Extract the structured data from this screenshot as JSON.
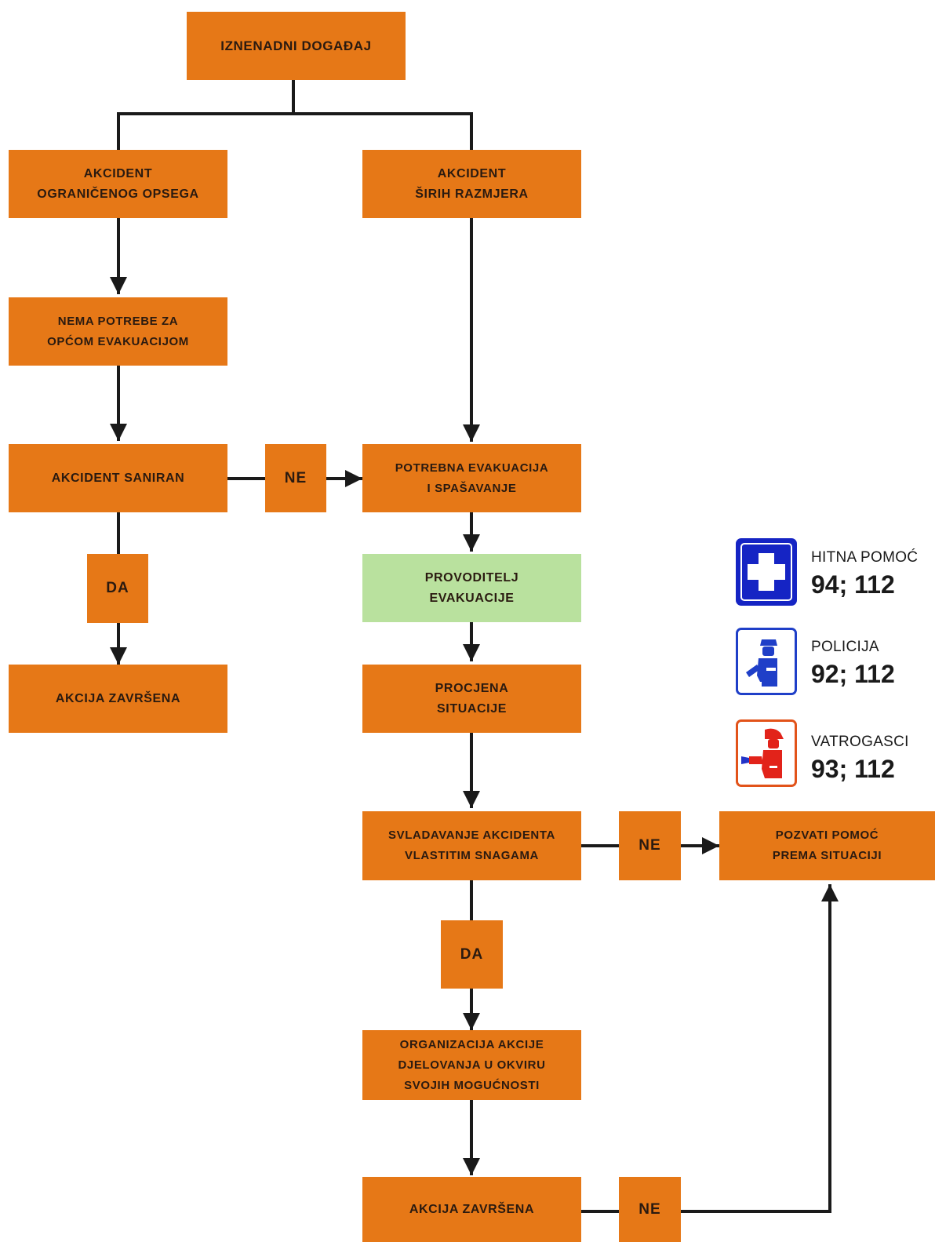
{
  "nodes": {
    "start": "IZNENADNI DOGAĐAJ",
    "limited": "AKCIDENT\nOGRANIČENOG OPSEGA",
    "wide": "AKCIDENT\nŠIRIH RAZMJERA",
    "no_evac": "NEMA POTREBE ZA\nOPĆOM EVAKUACIJOM",
    "resolved": "AKCIDENT SANIRAN",
    "ne_1": "NE",
    "evac_needed": "POTREBNA EVAKUACIJA\nI SPAŠAVANJE",
    "da_1": "DA",
    "done_left": "AKCIJA ZAVRŠENA",
    "evac_lead": "PROVODITELJ\nEVAKUACIJE",
    "assess": "PROCJENA\nSITUACIJE",
    "overcome": "SVLADAVANJE AKCIDENTA\nVLASTITIM SNAGAMA",
    "ne_2": "NE",
    "call_help": "POZVATI POMOĆ\nPREMA SITUACIJI",
    "da_2": "DA",
    "organize": "ORGANIZACIJA AKCIJE\nDJELOVANJA U OKVIRU\nSVOJIH MOGUĆNOSTI",
    "done_right": "AKCIJA ZAVRŠENA",
    "ne_3": "NE"
  },
  "legend": {
    "ambulance": {
      "name": "HITNA POMOĆ",
      "number": "94; 112",
      "icon": "medical-cross-icon",
      "color": "#1524c4"
    },
    "police": {
      "name": "POLICIJA",
      "number": "92; 112",
      "icon": "police-officer-icon",
      "color": "#1f3fc8"
    },
    "fire": {
      "name": "VATROGASCI",
      "number": "93; 112",
      "icon": "firefighter-icon",
      "color": "#e2231a"
    }
  },
  "colors": {
    "box": "#e67817",
    "highlight_box": "#b9e19e",
    "line": "#1a1a1a"
  }
}
